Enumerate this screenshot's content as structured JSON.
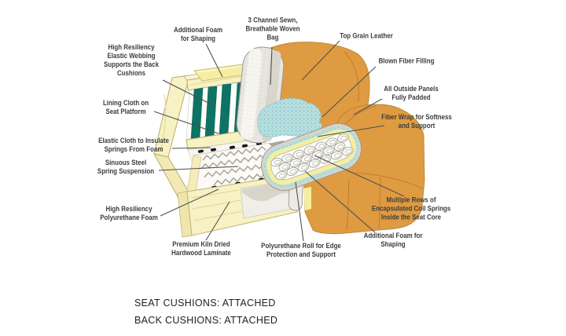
{
  "diagram": {
    "type": "sofa-construction-cutaway",
    "callouts": [
      {
        "id": "additional-foam-top",
        "text": "Additional Foam\nfor Shaping"
      },
      {
        "id": "channel-sewn-bag",
        "text": "3 Channel Sewn,\nBreathable Woven\nBag"
      },
      {
        "id": "top-grain-leather",
        "text": "Top Grain Leather"
      },
      {
        "id": "elastic-webbing",
        "text": "High Resiliency\nElastic Webbing\nSupports the Back\nCushions"
      },
      {
        "id": "blown-fiber-filling",
        "text": "Blown Fiber Filling"
      },
      {
        "id": "lining-cloth",
        "text": "Lining Cloth on\nSeat Platform"
      },
      {
        "id": "outside-panels",
        "text": "All Outside Panels\nFully Padded"
      },
      {
        "id": "fiber-wrap",
        "text": "Fiber Wrap for Softness\nand Support"
      },
      {
        "id": "elastic-cloth",
        "text": "Elastic Cloth to Insulate\nSprings From Foam"
      },
      {
        "id": "sinuous-springs",
        "text": "Sinuous Steel\nSpring Suspension"
      },
      {
        "id": "coil-springs",
        "text": "Multiple Rows of\nEncapsulated Coil Springs\nInside the Seat Core"
      },
      {
        "id": "additional-foam-seat",
        "text": "Additional Foam for\nShaping"
      },
      {
        "id": "polyurethane-foam",
        "text": "High Resiliency\nPolyurethane Foam"
      },
      {
        "id": "hardwood-laminate",
        "text": "Premium Kiln Dried\nHardwood Laminate"
      },
      {
        "id": "polyurethane-roll",
        "text": "Polyurethane Roll for Edge\nProtection and Support"
      }
    ],
    "footer": {
      "line1": "SEAT CUSHIONS: ATTACHED",
      "line2": "BACK CUSHIONS: ATTACHED"
    },
    "palette": {
      "leather_orange": "#df9b41",
      "leather_shadow": "#c07c2c",
      "wood_cream": "#f7f1c3",
      "wood_edge": "#b9ac6e",
      "foam_yellow": "#f5eea1",
      "webbing_teal": "#0d7365",
      "fiber_blue": "#b6dedf",
      "fabric_gray": "#d9d6cb",
      "leader_line": "#4d4d4d",
      "label_text": "#3c3c3c"
    }
  }
}
